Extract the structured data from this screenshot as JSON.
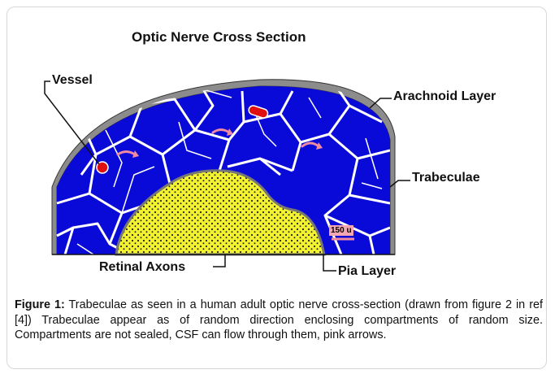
{
  "title": "Optic Nerve Cross Section",
  "labels": {
    "vessel": "Vessel",
    "arachnoid": "Arachnoid Layer",
    "trabeculae": "Trabeculae",
    "retinal_axons": "Retinal Axons",
    "pia": "Pia Layer",
    "scale": "150 u"
  },
  "caption": {
    "label": "Figure 1:",
    "text": " Trabeculae as seen in a human adult optic nerve cross-section (drawn from figure 2 in ref [4]) Trabeculae appear as of random direction enclosing compartments of random size.  Compartments are not sealed, CSF can flow through them, pink arrows."
  },
  "colors": {
    "compartment": "#0a0ad8",
    "trabeculae": "#ffffff",
    "arachnoid": "#8c8c8c",
    "axons": "#f2f230",
    "vessel": "#e01010",
    "arrow": "#f08aa0"
  }
}
